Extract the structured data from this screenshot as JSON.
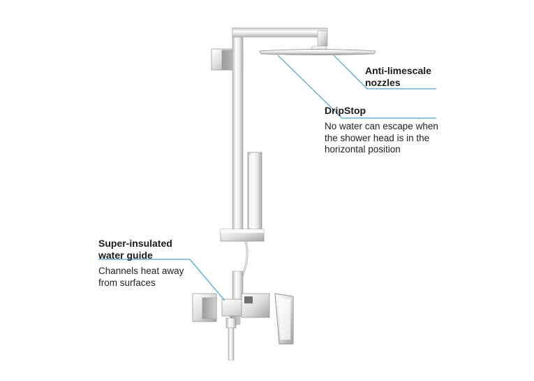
{
  "colors": {
    "leader_line": "#3aa6d8",
    "chrome_light": "#f2f2f2",
    "chrome_mid": "#d9d9d9",
    "chrome_dark": "#a8a8a8",
    "text": "#1a1a1a"
  },
  "callouts": {
    "anti_limescale": {
      "title": "Anti-limescale nozzles"
    },
    "dripstop": {
      "title": "DripStop",
      "description": "No water can escape when the shower head is in the horizontal position"
    },
    "insulated": {
      "title": "Super-insulated water guide",
      "description": "Channels heat away from surfaces"
    }
  }
}
